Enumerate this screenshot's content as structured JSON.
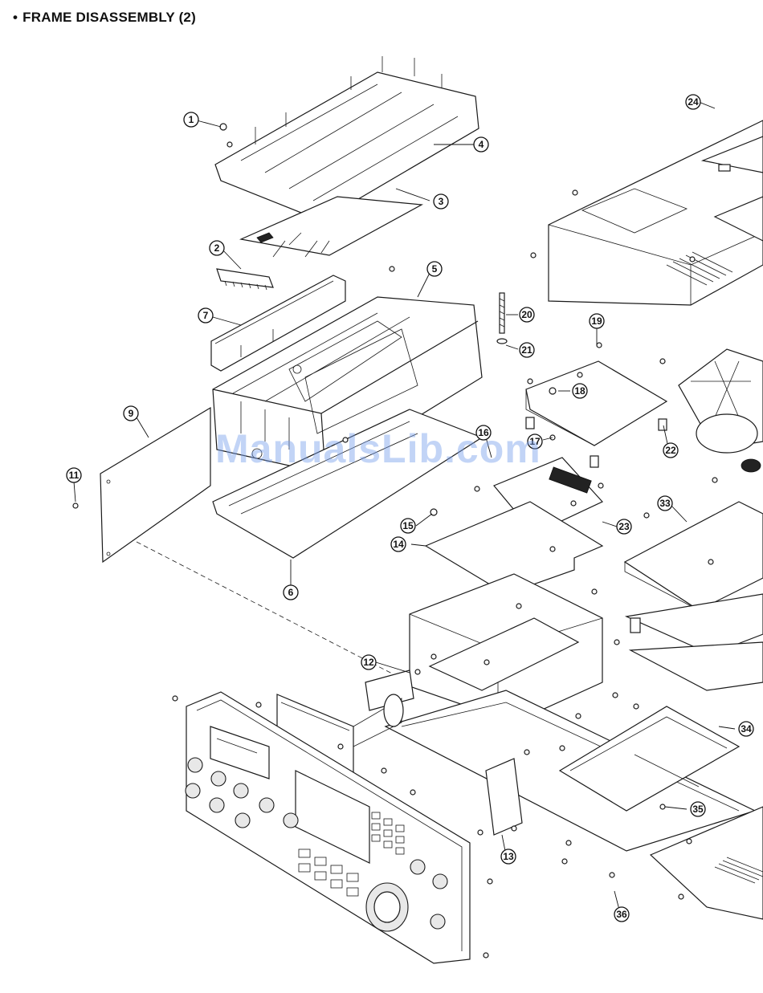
{
  "page": {
    "title": "FRAME DISASSEMBLY (2)",
    "bullet": "•",
    "watermark": "ManualsLib.com"
  },
  "callouts": [
    {
      "id": "part-1",
      "number": "1"
    },
    {
      "id": "part-2",
      "number": "2"
    },
    {
      "id": "part-3",
      "number": "3"
    },
    {
      "id": "part-4",
      "number": "4"
    },
    {
      "id": "part-5",
      "number": "5"
    },
    {
      "id": "part-6",
      "number": "6"
    },
    {
      "id": "part-7",
      "number": "7"
    },
    {
      "id": "part-9",
      "number": "9"
    },
    {
      "id": "part-11",
      "number": "11"
    },
    {
      "id": "part-12",
      "number": "12"
    },
    {
      "id": "part-13",
      "number": "13"
    },
    {
      "id": "part-14",
      "number": "14"
    },
    {
      "id": "part-15",
      "number": "15"
    },
    {
      "id": "part-16",
      "number": "16"
    },
    {
      "id": "part-17",
      "number": "17"
    },
    {
      "id": "part-18",
      "number": "18"
    },
    {
      "id": "part-19",
      "number": "19"
    },
    {
      "id": "part-20",
      "number": "20"
    },
    {
      "id": "part-21",
      "number": "21"
    },
    {
      "id": "part-22",
      "number": "22"
    },
    {
      "id": "part-23",
      "number": "23"
    },
    {
      "id": "part-24",
      "number": "24"
    },
    {
      "id": "part-33",
      "number": "33"
    },
    {
      "id": "part-34",
      "number": "34"
    },
    {
      "id": "part-35",
      "number": "35"
    },
    {
      "id": "part-36",
      "number": "36"
    }
  ]
}
